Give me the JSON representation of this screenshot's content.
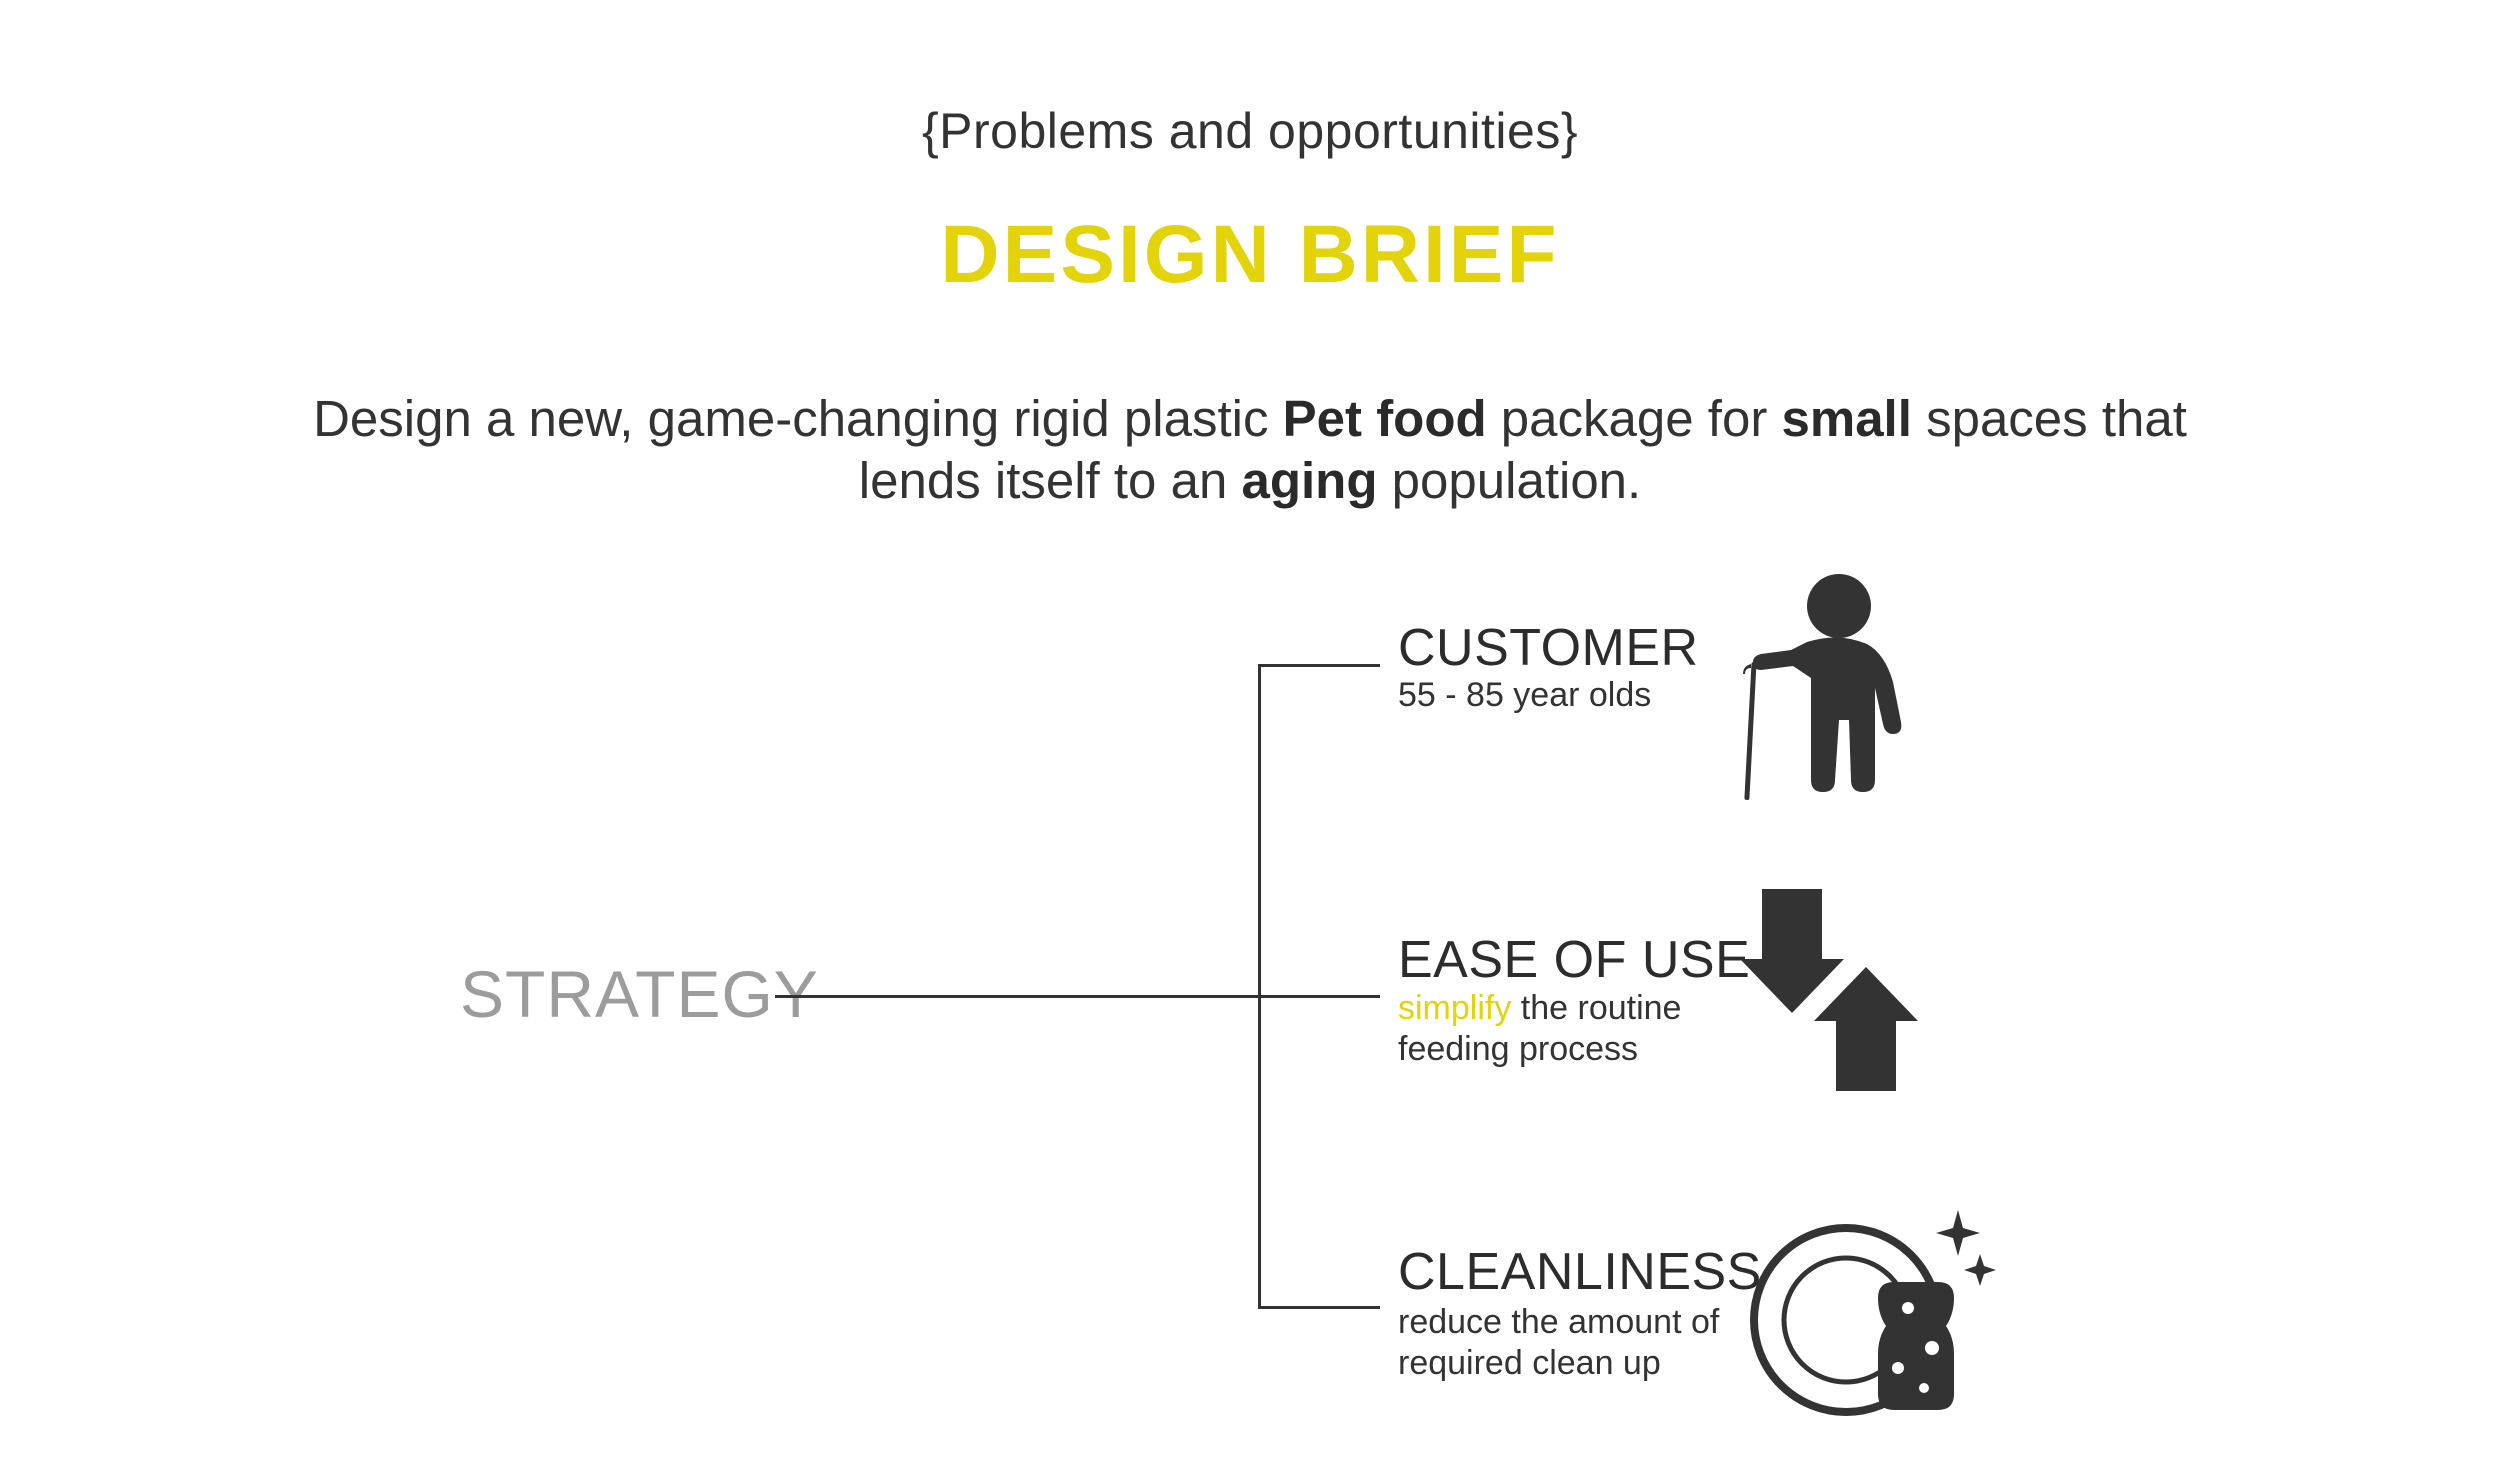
{
  "header": {
    "subtitle": "{Problems and opportunities}",
    "title": "DESIGN BRIEF"
  },
  "brief": {
    "part1": "Design a new, game-changing rigid plastic ",
    "bold1": "Pet food",
    "part2": " package for ",
    "bold2": "small",
    "part3": " spaces that lends itself to an ",
    "bold3": "aging",
    "part4": " population."
  },
  "diagram": {
    "root": "STRATEGY",
    "branches": [
      {
        "heading": "CUSTOMER",
        "desc_line1": "55 - 85 year olds",
        "icon": "elderly-person-icon"
      },
      {
        "heading": "EASE OF USE",
        "desc_accent": "simplify",
        "desc_line1_rest": " the routine",
        "desc_line2": "feeding process",
        "icon": "swap-arrows-icon"
      },
      {
        "heading": "CLEANLINESS",
        "desc_line1": "reduce the amount of",
        "desc_line2": "required clean up",
        "icon": "plate-sponge-icon"
      }
    ]
  },
  "colors": {
    "accent": "#e2d30a",
    "text": "#2f2f2f",
    "muted": "#9c9c9c",
    "icon": "#333333"
  }
}
